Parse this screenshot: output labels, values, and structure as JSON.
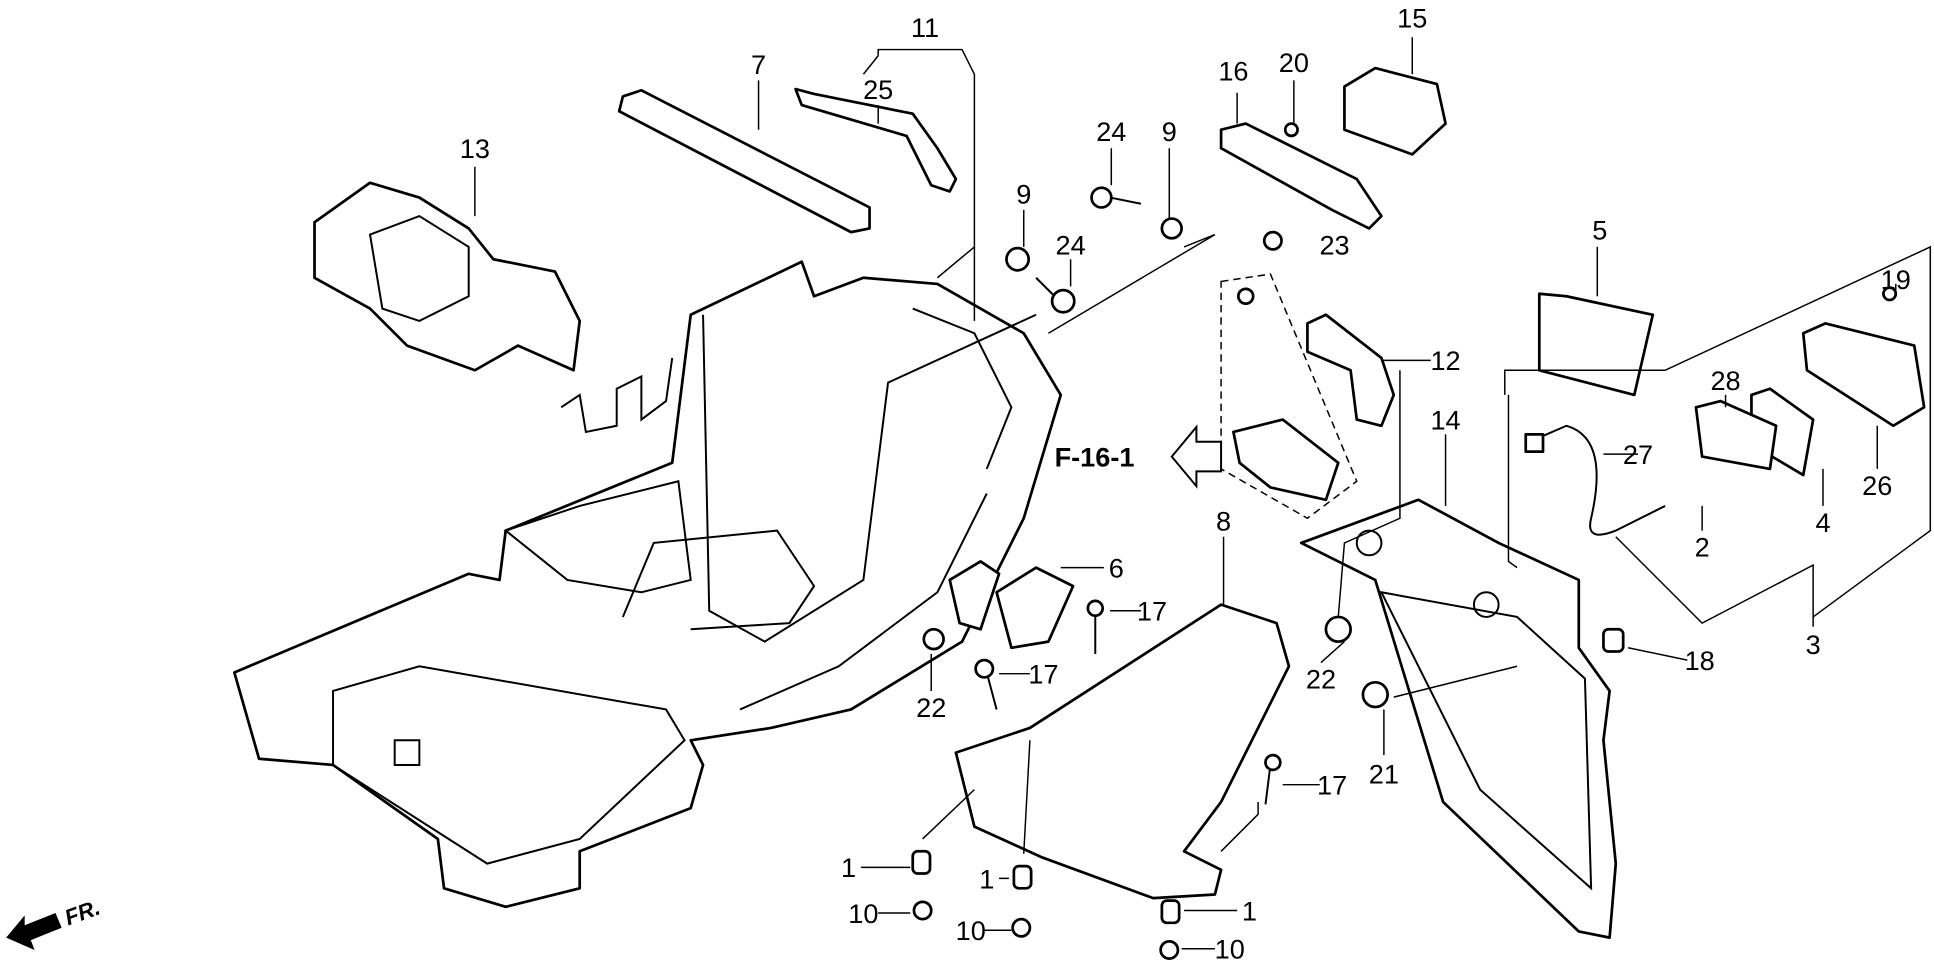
{
  "diagram": {
    "reference": "F-16-1",
    "direction_marker": "FR.",
    "part_labels": [
      "11",
      "7",
      "25",
      "15",
      "16",
      "20",
      "13",
      "24",
      "9",
      "9",
      "24",
      "23",
      "5",
      "19",
      "12",
      "28",
      "14",
      "27",
      "26",
      "4",
      "8",
      "2",
      "6",
      "17",
      "3",
      "18",
      "22",
      "17",
      "22",
      "21",
      "17",
      "1",
      "1",
      "10",
      "10",
      "1",
      "10"
    ]
  }
}
